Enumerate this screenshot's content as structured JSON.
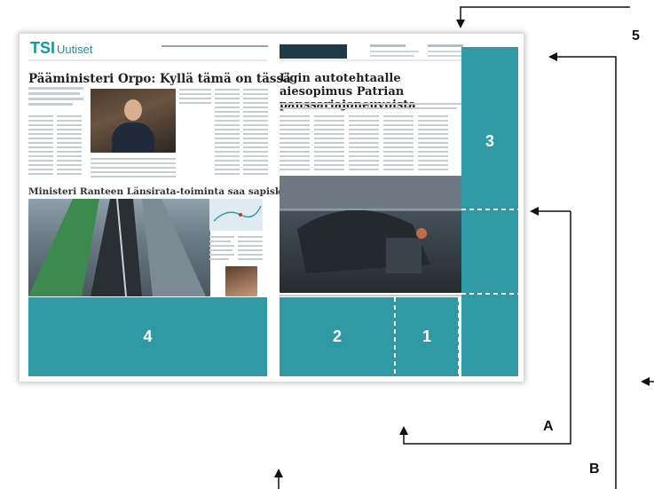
{
  "newspaper": {
    "logo_bold": "TSI",
    "logo_light": "Uutiset",
    "headline_left": "Pääministeri Orpo: Kyllä tämä on tässä",
    "headline_right": "Ugin autotehtaalle aiesopimus Patrian panssariajoneuvoista",
    "headline_bottom": "Ministeri Ranteen Länsirata-toiminta saa sapiskaa kunnilta"
  },
  "ad_zones": [
    {
      "label": "1"
    },
    {
      "label": "2"
    },
    {
      "label": "3"
    },
    {
      "label": "4"
    }
  ],
  "markers": {
    "number_5": "5",
    "label_a": "A",
    "label_b": "B"
  },
  "colors": {
    "zone_fill": "#2f9aa3",
    "brand": "#159a9c",
    "arrow": "#111111",
    "divider": "#ffffff"
  }
}
